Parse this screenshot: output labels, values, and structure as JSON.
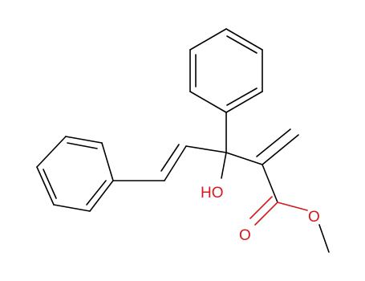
{
  "molecule": {
    "atoms": {
      "hydroxyl": "HO",
      "carbonyl_oxygen": "O",
      "ester_oxygen": "O"
    },
    "colors": {
      "bond": "#000000",
      "heteroatom": "#d7191c"
    }
  }
}
